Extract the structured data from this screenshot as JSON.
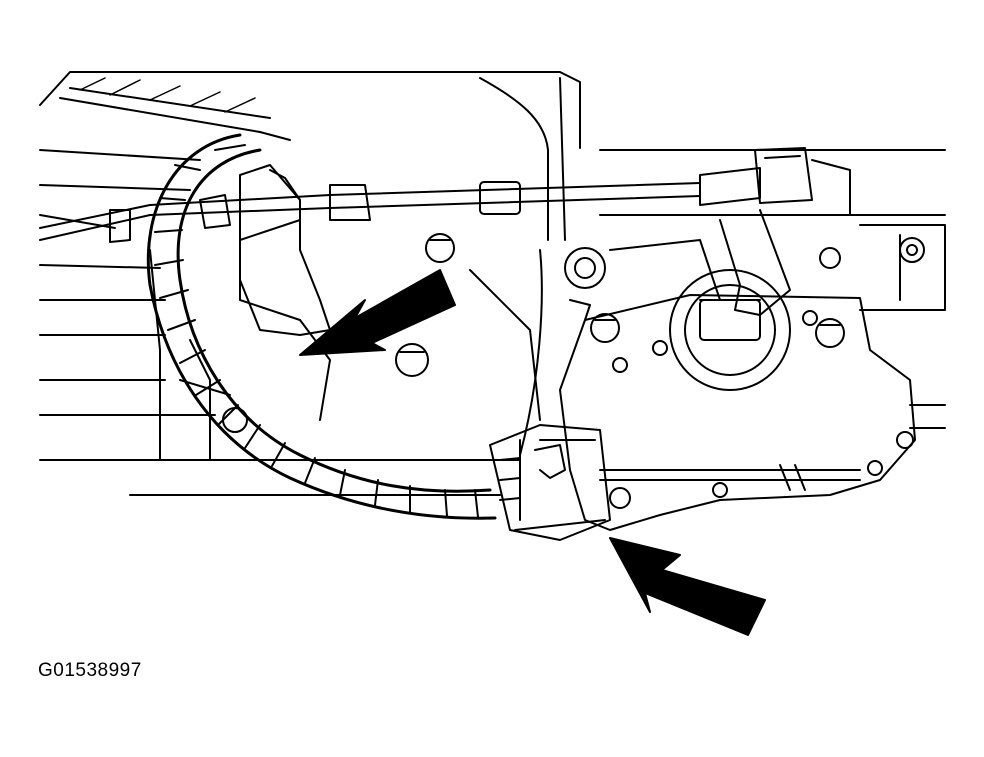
{
  "figure": {
    "id_label": "G01538997",
    "colors": {
      "ink": "#000000",
      "paper": "#ffffff"
    },
    "components": [
      "transmission-housing",
      "shift-cable",
      "shift-lever",
      "range-sensor",
      "wiring-harness",
      "harness-connector",
      "mounting-bolts"
    ],
    "callouts": [
      {
        "name": "arrow-to-sensor-mount"
      },
      {
        "name": "arrow-to-harness-connector"
      }
    ]
  }
}
